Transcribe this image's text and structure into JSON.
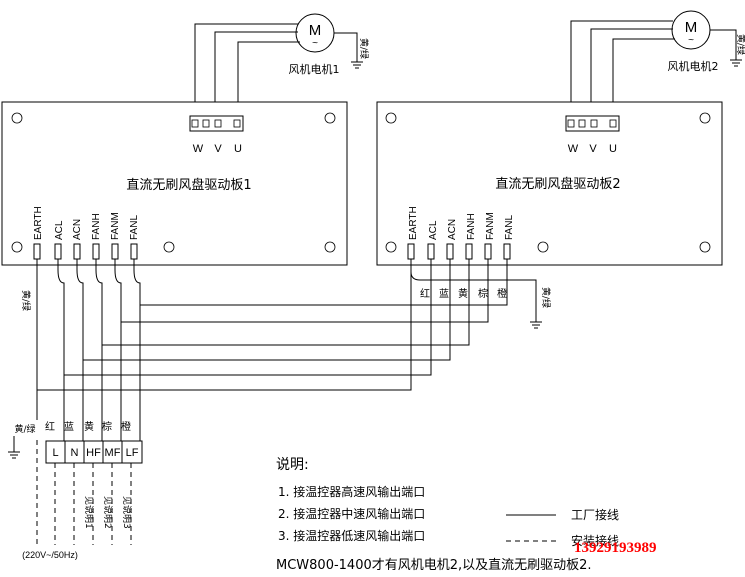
{
  "motor1": {
    "symbol": "M",
    "tilde": "~",
    "label": "风机电机1",
    "ground_label": "黄/绿"
  },
  "motor2": {
    "symbol": "M",
    "tilde": "~",
    "label": "风机电机2",
    "ground_label": "黄/绿"
  },
  "board1": {
    "title": "直流无刷风盘驱动板1",
    "motor_pins": [
      "W",
      "V",
      "U"
    ],
    "terminals": [
      "EARTH",
      "ACL",
      "ACN",
      "FANH",
      "FANM",
      "FANL"
    ],
    "earth_wire_label": "黄/绿"
  },
  "board2": {
    "title": "直流无刷风盘驱动板2",
    "motor_pins": [
      "W",
      "V",
      "U"
    ],
    "terminals": [
      "EARTH",
      "ACL",
      "ACN",
      "FANH",
      "FANM",
      "FANL"
    ],
    "wire_colors": [
      "红",
      "蓝",
      "黄",
      "棕",
      "橙"
    ],
    "ground_label": "黄/绿"
  },
  "terminal_block": {
    "ground_label": "黄/绿",
    "wire_colors": [
      "红",
      "蓝",
      "黄",
      "棕",
      "橙"
    ],
    "terminals": [
      "L",
      "N",
      "HF",
      "MF",
      "LF"
    ],
    "supply_label": "(220V~/50Hz)",
    "notes": [
      "见说明1",
      "见说明2",
      "见说明3"
    ]
  },
  "notes": {
    "heading": "说明:",
    "items": [
      "1. 接温控器高速风输出端口",
      "2. 接温控器中速风输出端口",
      "3. 接温控器低速风输出端口"
    ],
    "footer": "MCW800-1400才有风机电机2,以及直流无刷驱动板2."
  },
  "legend": {
    "solid": "工厂接线",
    "dashed": "安装接线"
  },
  "watermark": "13929193989"
}
